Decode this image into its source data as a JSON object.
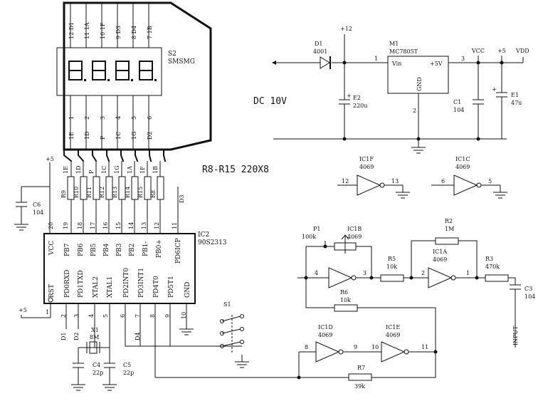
{
  "display": {
    "ref": "S2",
    "part": "SMSMG",
    "top_pins": [
      "12 D1",
      "11 1A",
      "10 1F",
      "9 D3",
      "8 D4",
      "7 1B"
    ],
    "bottom_pins": [
      "1",
      "2",
      "3",
      "4",
      "5",
      "6"
    ],
    "bottom_names": [
      "1E",
      "1D",
      "P",
      "1C",
      "1G",
      "D2"
    ]
  },
  "resistor_bank": {
    "label": "R8-R15 220X8",
    "top_names": [
      "1E",
      "1D",
      "P",
      "1C",
      "1G",
      "1A",
      "1F",
      "1B"
    ],
    "refs": [
      "R9",
      "R10",
      "R11",
      "R12",
      "R13",
      "R14",
      "R15",
      "R8"
    ]
  },
  "mcu": {
    "ref": "IC2",
    "part": "90S2313",
    "top_pin_numbers": [
      "20",
      "19",
      "18",
      "17",
      "16",
      "15",
      "14",
      "13",
      "12",
      "11"
    ],
    "top_pin_names": [
      "VCC",
      "PB7",
      "PB6",
      "PB5",
      "PB4",
      "PB3",
      "PB2",
      "PB1-",
      "PB0+",
      "PD6ICP"
    ],
    "bottom_pin_numbers": [
      "1",
      "2",
      "3",
      "4",
      "5",
      "6",
      "7",
      "8",
      "9",
      "10"
    ],
    "bottom_pin_names": [
      "RST",
      "PD0RXD",
      "PD1TXD",
      "XTAL2",
      "XTAL1",
      "PD2INT0",
      "PD3INT1",
      "PD4T0",
      "PD5T1",
      "GND"
    ],
    "d3": "D3",
    "d1": "D1",
    "d2": "D2",
    "d4": "D4"
  },
  "power": {
    "plus12": "+12",
    "plus5": "+5",
    "vcc": "VCC",
    "vdd": "VDD",
    "dc_label": "DC 10V",
    "d1_ref": "D1",
    "d1_part": "4001",
    "reg_ref": "M1",
    "reg_part": "MC7805T",
    "reg_vin": "Vin",
    "reg_out": "+5V",
    "reg_gnd": "GND",
    "pin1": "1",
    "pin2": "2",
    "pin3": "3",
    "e2_ref": "E2",
    "e2_val": "220u",
    "c1_ref": "C1",
    "c1_val": "104",
    "e1_ref": "E1",
    "e1_val": "47u",
    "plus": "+"
  },
  "left": {
    "plus5_top": "+5",
    "c6_ref": "C6",
    "c6_val": "104",
    "plus5_rst": "+5",
    "x1_ref": "X1",
    "x1_val": "8M",
    "c4_ref": "C4",
    "c4_val": "22p",
    "c5_ref": "C5",
    "c5_val": "22p"
  },
  "spare_gates": {
    "ic1f_ref": "IC1F",
    "ic1f_part": "4069",
    "ic1f_in": "12",
    "ic1f_out": "13",
    "ic1c_ref": "IC1C",
    "ic1c_part": "4069",
    "ic1c_in": "6",
    "ic1c_out": "5"
  },
  "amp": {
    "p1_ref": "P1",
    "p1_val": "100k",
    "ic1b_ref": "IC1B",
    "ic1b_part": "4069",
    "ic1b_in": "4",
    "ic1b_out": "3",
    "r5_ref": "R5",
    "r5_val": "10k",
    "r2_ref": "R2",
    "r2_val": "1M",
    "ic1a_ref": "IC1A",
    "ic1a_part": "4069",
    "ic1a_in": "2",
    "ic1a_out": "1",
    "r3_ref": "R3",
    "r3_val": "470k",
    "c3_ref": "C3",
    "c3_val": "104",
    "r6_ref": "R6",
    "r6_val": "10k",
    "input": "INPUT"
  },
  "shaper": {
    "ic1d_ref": "IC1D",
    "ic1d_part": "4069",
    "ic1d_in": "8",
    "ic1d_out": "9",
    "ic1e_ref": "IC1E",
    "ic1e_part": "4069",
    "ic1e_in": "10",
    "ic1e_out": "11",
    "r7_ref": "R7",
    "r7_val": "39k",
    "s1_ref": "S1"
  }
}
